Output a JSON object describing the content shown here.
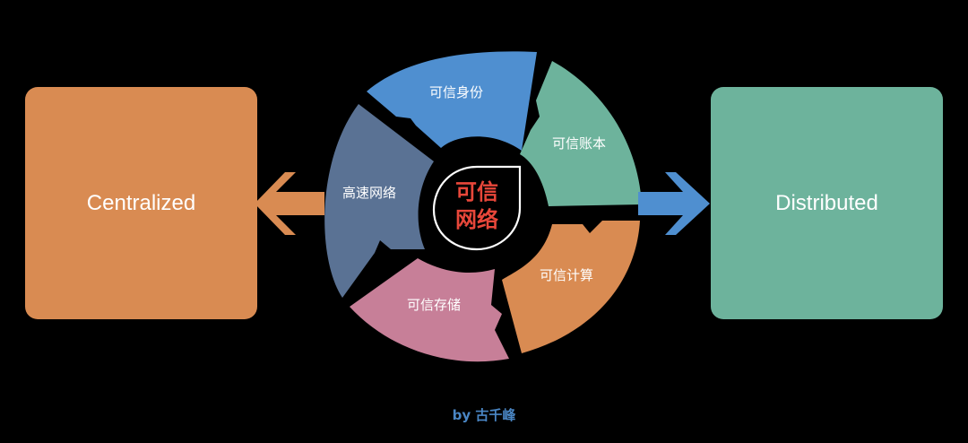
{
  "left_box": {
    "label": "Centralized",
    "color": "#d98b52"
  },
  "right_box": {
    "label": "Distributed",
    "color": "#6db39c"
  },
  "center": {
    "line1": "可信",
    "line2": "网络",
    "color": "#e8473a"
  },
  "segments": [
    {
      "label": "可信身份",
      "color": "#4f8fd0"
    },
    {
      "label": "可信账本",
      "color": "#6db39c"
    },
    {
      "label": "可信计算",
      "color": "#d98b52"
    },
    {
      "label": "可信存储",
      "color": "#c77f98"
    },
    {
      "label": "高速网络",
      "color": "#5a7294"
    }
  ],
  "credit": "by 古千峰"
}
